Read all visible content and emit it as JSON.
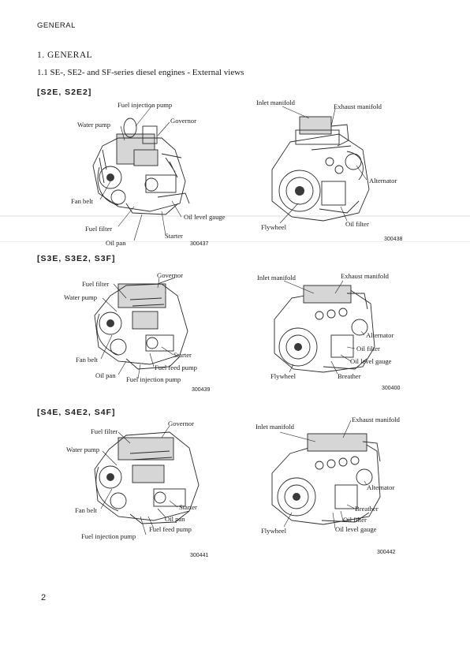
{
  "header": {
    "text": "GENERAL"
  },
  "section": {
    "title": "1.  GENERAL",
    "subtitle": "1.1  SE-, SE2- and SF-series diesel engines - External views"
  },
  "groups": [
    {
      "heading": "[S2E, S2E2]",
      "left": {
        "labels": [
          "Fuel injection pump",
          "Water pump",
          "Governor",
          "Fan belt",
          "Oil level gauge",
          "Fuel filter",
          "Starter",
          "Oil pan"
        ],
        "fig": "300437"
      },
      "right": {
        "labels": [
          "Inlet manifold",
          "Exhaust manifold",
          "Alternator",
          "Flywheel",
          "Oil filter"
        ],
        "fig": "300438"
      }
    },
    {
      "heading": "[S3E, S3E2, S3F]",
      "left": {
        "labels": [
          "Governor",
          "Fuel filter",
          "Water pump",
          "Fan belt",
          "Starter",
          "Fuel feed pump",
          "Oil pan",
          "Fuel injection pump"
        ],
        "fig": "300439"
      },
      "right": {
        "labels": [
          "Inlet manifold",
          "Exhaust manifold",
          "Alternator",
          "Oil filter",
          "Oil level gauge",
          "Flywheel",
          "Breather"
        ],
        "fig": "300400"
      }
    },
    {
      "heading": "[S4E, S4E2, S4F]",
      "left": {
        "labels": [
          "Governor",
          "Fuel filter",
          "Water pump",
          "Fan belt",
          "Starter",
          "Oil pan",
          "Fuel feed pump",
          "Fuel injection pump"
        ],
        "fig": "300441"
      },
      "right": {
        "labels": [
          "Exhaust manifold",
          "Inlet manifold",
          "Alternator",
          "Breather",
          "Oil filter",
          "Oil level gauge",
          "Flywheel"
        ],
        "fig": "300442"
      }
    }
  ],
  "page_number": "2"
}
